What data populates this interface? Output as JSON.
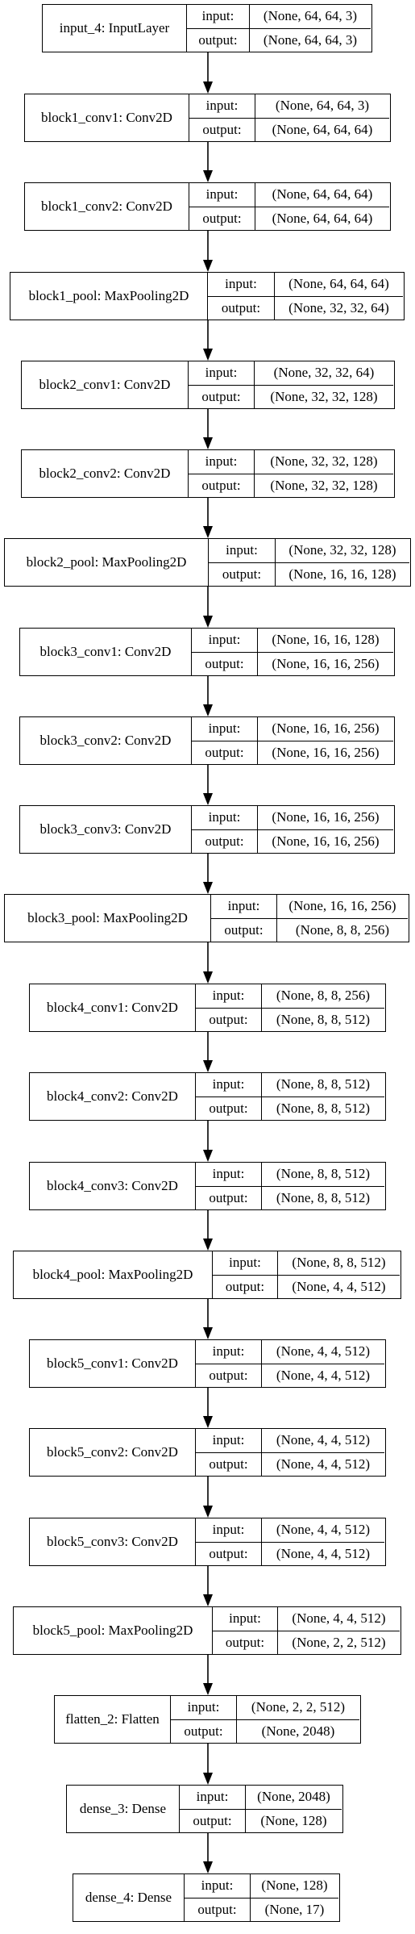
{
  "labels": {
    "input": "input:",
    "output": "output:"
  },
  "layers": [
    {
      "name": "input_4: InputLayer",
      "input": "(None, 64, 64, 3)",
      "output": "(None, 64, 64, 3)"
    },
    {
      "name": "block1_conv1: Conv2D",
      "input": "(None, 64, 64, 3)",
      "output": "(None, 64, 64, 64)"
    },
    {
      "name": "block1_conv2: Conv2D",
      "input": "(None, 64, 64, 64)",
      "output": "(None, 64, 64, 64)"
    },
    {
      "name": "block1_pool: MaxPooling2D",
      "input": "(None, 64, 64, 64)",
      "output": "(None, 32, 32, 64)"
    },
    {
      "name": "block2_conv1: Conv2D",
      "input": "(None, 32, 32, 64)",
      "output": "(None, 32, 32, 128)"
    },
    {
      "name": "block2_conv2: Conv2D",
      "input": "(None, 32, 32, 128)",
      "output": "(None, 32, 32, 128)"
    },
    {
      "name": "block2_pool: MaxPooling2D",
      "input": "(None, 32, 32, 128)",
      "output": "(None, 16, 16, 128)"
    },
    {
      "name": "block3_conv1: Conv2D",
      "input": "(None, 16, 16, 128)",
      "output": "(None, 16, 16, 256)"
    },
    {
      "name": "block3_conv2: Conv2D",
      "input": "(None, 16, 16, 256)",
      "output": "(None, 16, 16, 256)"
    },
    {
      "name": "block3_conv3: Conv2D",
      "input": "(None, 16, 16, 256)",
      "output": "(None, 16, 16, 256)"
    },
    {
      "name": "block3_pool: MaxPooling2D",
      "input": "(None, 16, 16, 256)",
      "output": "(None, 8, 8, 256)"
    },
    {
      "name": "block4_conv1: Conv2D",
      "input": "(None, 8, 8, 256)",
      "output": "(None, 8, 8, 512)"
    },
    {
      "name": "block4_conv2: Conv2D",
      "input": "(None, 8, 8, 512)",
      "output": "(None, 8, 8, 512)"
    },
    {
      "name": "block4_conv3: Conv2D",
      "input": "(None, 8, 8, 512)",
      "output": "(None, 8, 8, 512)"
    },
    {
      "name": "block4_pool: MaxPooling2D",
      "input": "(None, 8, 8, 512)",
      "output": "(None, 4, 4, 512)"
    },
    {
      "name": "block5_conv1: Conv2D",
      "input": "(None, 4, 4, 512)",
      "output": "(None, 4, 4, 512)"
    },
    {
      "name": "block5_conv2: Conv2D",
      "input": "(None, 4, 4, 512)",
      "output": "(None, 4, 4, 512)"
    },
    {
      "name": "block5_conv3: Conv2D",
      "input": "(None, 4, 4, 512)",
      "output": "(None, 4, 4, 512)"
    },
    {
      "name": "block5_pool: MaxPooling2D",
      "input": "(None, 4, 4, 512)",
      "output": "(None, 2, 2, 512)"
    },
    {
      "name": "flatten_2: Flatten",
      "input": "(None, 2, 2, 512)",
      "output": "(None, 2048)"
    },
    {
      "name": "dense_3: Dense",
      "input": "(None, 2048)",
      "output": "(None, 128)"
    },
    {
      "name": "dense_4: Dense",
      "input": "(None, 128)",
      "output": "(None, 17)"
    }
  ]
}
